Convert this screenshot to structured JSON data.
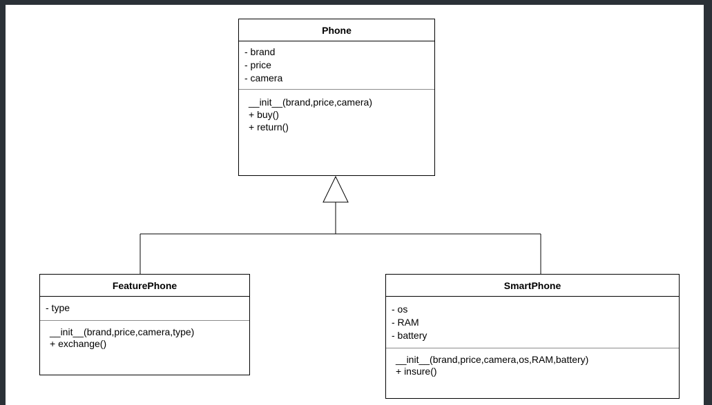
{
  "classes": {
    "phone": {
      "name": "Phone",
      "attributes": [
        "- brand",
        "- price",
        "- camera"
      ],
      "methods": [
        "__init__(brand,price,camera)",
        "+ buy()",
        "+ return()"
      ]
    },
    "feature_phone": {
      "name": "FeaturePhone",
      "attributes": [
        "- type"
      ],
      "methods": [
        "__init__(brand,price,camera,type)",
        "+ exchange()"
      ]
    },
    "smart_phone": {
      "name": "SmartPhone",
      "attributes": [
        "- os",
        "- RAM",
        "- battery"
      ],
      "methods": [
        "__init__(brand,price,camera,os,RAM,battery)",
        "+ insure()"
      ]
    }
  },
  "relationships": [
    {
      "type": "generalization",
      "from": "FeaturePhone",
      "to": "Phone"
    },
    {
      "type": "generalization",
      "from": "SmartPhone",
      "to": "Phone"
    }
  ]
}
